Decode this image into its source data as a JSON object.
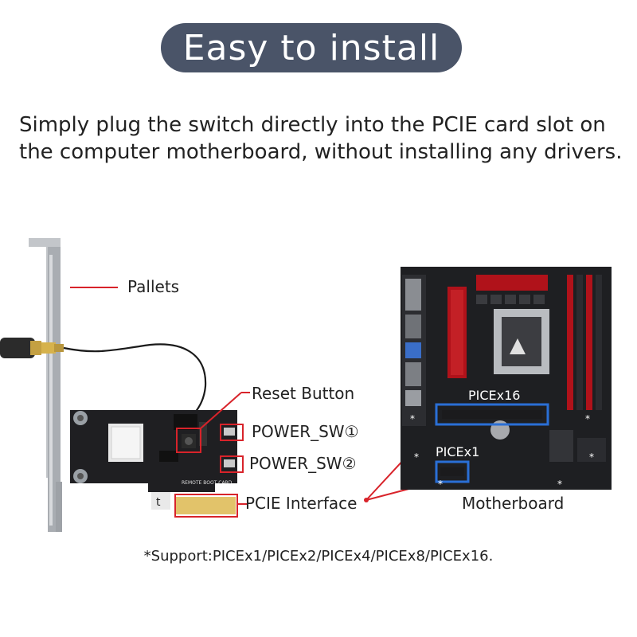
{
  "title": "Easy to install",
  "intro": "Simply plug the switch directly into the PCIE card slot on the computer motherboard,  without installing any drivers.",
  "labels": {
    "pallets": "Pallets",
    "reset_button": "Reset Button",
    "power_sw1": "POWER_SW①",
    "power_sw2": "POWER_SW②",
    "pcie_interface": "PCIE Interface",
    "motherboard": "Motherboard",
    "slot_x16": "PICEx16",
    "slot_x1": "PICEx1"
  },
  "card_silkscreen": "REMOTE BOOT CARD",
  "support_note": "*Support:PICEx1/PICEx2/PICEx4/PICEx8/PICEx16.",
  "colors": {
    "title_bg": "#4a5468",
    "annotation_red": "#d8232a",
    "slot_blue": "#2a6fd6",
    "heatsink_red": "#b0121a",
    "board_dark": "#1e1f22",
    "bracket_silver": "#b9bcc0"
  }
}
